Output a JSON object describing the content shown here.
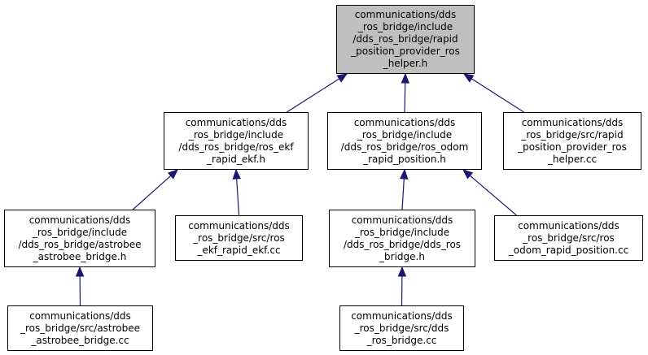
{
  "diagram": {
    "colors": {
      "edge": "#191970",
      "root_fill": "#bfbfbf",
      "node_fill": "#ffffff",
      "border": "#000000"
    },
    "nodes": {
      "root": [
        "communications/dds",
        "_ros_bridge/include",
        "/dds_ros_bridge/rapid",
        "_position_provider_ros",
        "_helper.h"
      ],
      "ros_ekf_h": [
        "communications/dds",
        "_ros_bridge/include",
        "/dds_ros_bridge/ros_ekf",
        "_rapid_ekf.h"
      ],
      "ros_odom_h": [
        "communications/dds",
        "_ros_bridge/include",
        "/dds_ros_bridge/ros_odom",
        "_rapid_position.h"
      ],
      "provider_cc": [
        "communications/dds",
        "_ros_bridge/src/rapid",
        "_position_provider_ros",
        "_helper.cc"
      ],
      "astrobee_h": [
        "communications/dds",
        "_ros_bridge/include",
        "/dds_ros_bridge/astrobee",
        "_astrobee_bridge.h"
      ],
      "ros_ekf_cc": [
        "communications/dds",
        "_ros_bridge/src/ros",
        "_ekf_rapid_ekf.cc"
      ],
      "dds_ros_bridge_h": [
        "communications/dds",
        "_ros_bridge/include",
        "/dds_ros_bridge/dds_ros",
        "_bridge.h"
      ],
      "ros_odom_cc": [
        "communications/dds",
        "_ros_bridge/src/ros",
        "_odom_rapid_position.cc"
      ],
      "astrobee_cc": [
        "communications/dds",
        "_ros_bridge/src/astrobee",
        "_astrobee_bridge.cc"
      ],
      "dds_ros_bridge_cc": [
        "communications/dds",
        "_ros_bridge/src/dds",
        "_ros_bridge.cc"
      ]
    },
    "edges": [
      [
        "ros_ekf_h",
        "root"
      ],
      [
        "ros_odom_h",
        "root"
      ],
      [
        "provider_cc",
        "root"
      ],
      [
        "astrobee_h",
        "ros_ekf_h"
      ],
      [
        "ros_ekf_cc",
        "ros_ekf_h"
      ],
      [
        "dds_ros_bridge_h",
        "ros_odom_h"
      ],
      [
        "ros_odom_cc",
        "ros_odom_h"
      ],
      [
        "astrobee_cc",
        "astrobee_h"
      ],
      [
        "dds_ros_bridge_cc",
        "dds_ros_bridge_h"
      ]
    ]
  }
}
